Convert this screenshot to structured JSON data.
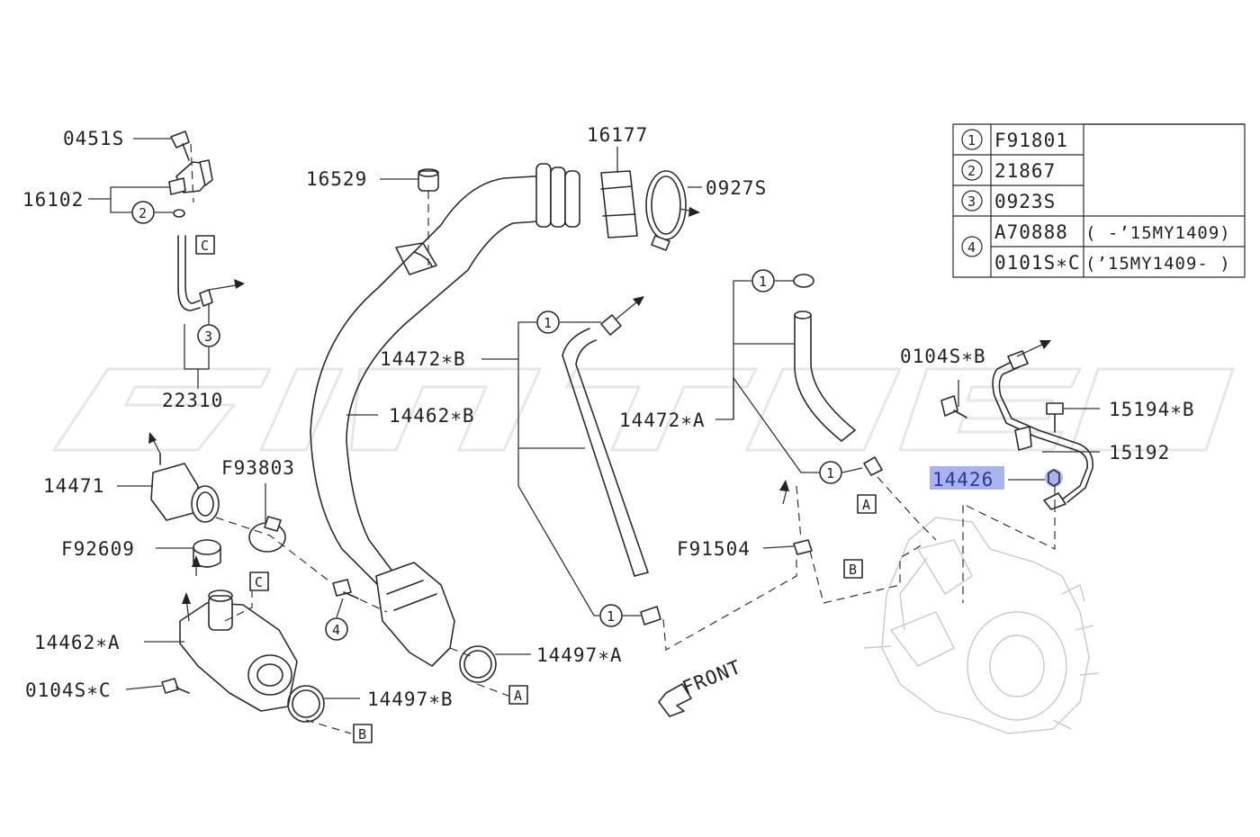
{
  "diagram": {
    "part_labels": {
      "p0451S": "0451S",
      "p16102": "16102",
      "p22310": "22310",
      "p16529": "16529",
      "p16177": "16177",
      "p0927S": "0927S",
      "p14472B": "14472∗B",
      "p14462B": "14462∗B",
      "p14472A": "14472∗A",
      "p0104SB": "0104S∗B",
      "p15194B": "15194∗B",
      "p15192": "15192",
      "p14426": "14426",
      "p14471": "14471",
      "pF93803": "F93803",
      "pF92609": "F92609",
      "p14462A": "14462∗A",
      "p0104SC": "0104S∗C",
      "p14497A": "14497∗A",
      "p14497B": "14497∗B",
      "pF91504": "F91504",
      "front": "FRONT"
    },
    "callouts": {
      "one": "1",
      "two": "2",
      "three": "3",
      "four": "4"
    },
    "reference_boxes": {
      "a": "A",
      "b": "B",
      "c": "C"
    },
    "legend_table": {
      "rows": [
        {
          "key": "1",
          "part": "F91801",
          "note": ""
        },
        {
          "key": "2",
          "part": "21867",
          "note": ""
        },
        {
          "key": "3",
          "part": "0923S",
          "note": ""
        },
        {
          "key": "4",
          "part": "A70888",
          "note": "( -’15MY1409)"
        },
        {
          "key": "",
          "part": "0101S∗C",
          "note": "(’15MY1409- )"
        }
      ]
    },
    "highlighted_part": "14426",
    "colors": {
      "line": "#2b2b2b",
      "highlight": "#aab3ee",
      "engine_ghost": "#c9c9c9"
    }
  }
}
